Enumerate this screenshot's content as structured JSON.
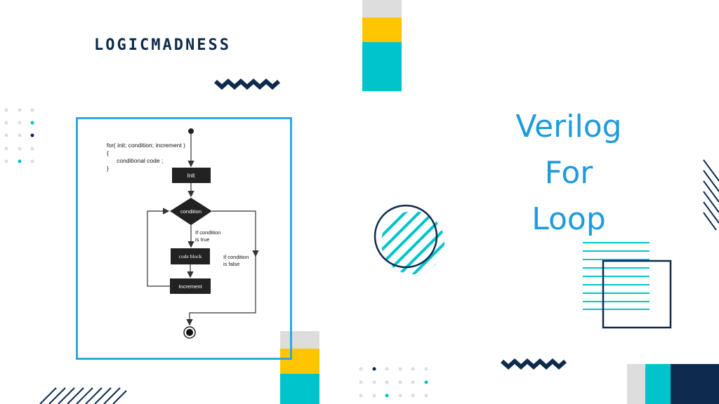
{
  "brand": "LOGICMADNESS",
  "title_lines": [
    "Verilog",
    "For",
    "Loop"
  ],
  "flowchart": {
    "code_lines": [
      "for( init; condition; increment )",
      "{",
      "      conditional code ;",
      "}"
    ],
    "init_label": "Init",
    "condition_label": "condition",
    "code_block_label": "code block",
    "increment_label": "Increment",
    "true_label_1": "If condition",
    "true_label_2": "is true",
    "false_label_1": "If condition",
    "false_label_2": "is false"
  },
  "colors": {
    "navy": "#0e2a4d",
    "teal": "#00c4cc",
    "yellow": "#ffc600",
    "grey": "#dddddd",
    "blue": "#1e9bdc"
  }
}
